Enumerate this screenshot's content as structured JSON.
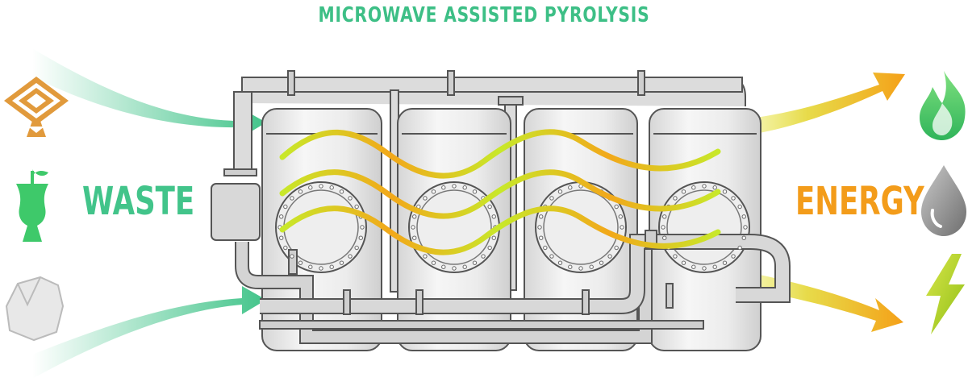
{
  "title": "MICROWAVE ASSISTED PYROLYSIS",
  "input_label": "WASTE",
  "output_label": "ENERGY",
  "colors": {
    "title": "#3dbf86",
    "waste": "#42c48a",
    "energy": "#f39c1a",
    "flame": "#3ec96a",
    "drop": "#8c8c8c",
    "bolt": "#a6cd1c",
    "box": "#e19a3c",
    "tank": "#e4e4e4",
    "outline": "#555555"
  },
  "inputs": [
    {
      "icon": "cardboard-box-icon"
    },
    {
      "icon": "apple-core-icon"
    },
    {
      "icon": "crumpled-paper-icon"
    }
  ],
  "outputs": [
    {
      "icon": "flame-icon"
    },
    {
      "icon": "oil-drop-icon"
    },
    {
      "icon": "lightning-bolt-icon"
    }
  ]
}
